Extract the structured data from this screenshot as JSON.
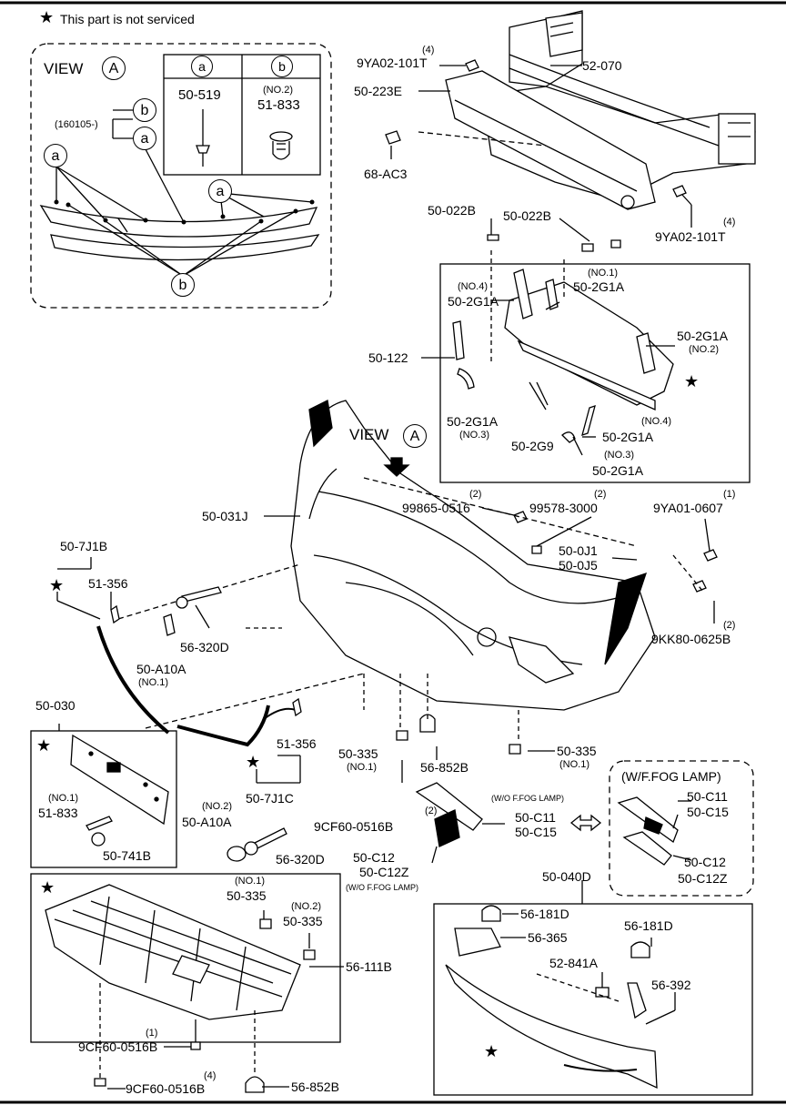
{
  "legend": {
    "star_symbol": "★",
    "text": "This part is not serviced"
  },
  "view_a": {
    "title": "VIEW",
    "view_letter": "A",
    "table": {
      "col_a": {
        "header": "a",
        "note": "",
        "part": "50-519"
      },
      "col_b": {
        "header": "b",
        "note": "(NO.2)",
        "part": "51-833"
      }
    },
    "date_note": "(160105-)",
    "markers": [
      "b",
      "a",
      "a",
      "a",
      "b"
    ]
  },
  "main_view": {
    "title": "VIEW",
    "view_letter": "A"
  },
  "labels": {
    "p9ya02_top_qty": "(4)",
    "p9ya02_top": "9YA02-101T",
    "p52_070": "52-070",
    "p50_223e": "50-223E",
    "p68_ac3": "68-AC3",
    "p9ya02_bot_qty": "(4)",
    "p9ya02_bot": "9YA02-101T",
    "p50_022b_l": "50-022B",
    "p50_022b_r": "50-022B",
    "g1a_no1_qty": "(NO.1)",
    "g1a_no1": "50-2G1A",
    "g1a_no4_qty": "(NO.4)",
    "g1a_no4": "50-2G1A",
    "g1a_no2": "50-2G1A",
    "g1a_no2_qty": "(NO.2)",
    "p50_122": "50-122",
    "g1a_no3": "50-2G1A",
    "g1a_no3_qty": "(NO.3)",
    "g1a_no4b_qty": "(NO.4)",
    "g1a_no4b": "50-2G1A",
    "p50_2g9": "50-2G9",
    "g1a_no3b_qty": "(NO.3)",
    "g1a_no3b": "50-2G1A",
    "p99865_qty": "(2)",
    "p99865": "99865-0516",
    "p99578_qty": "(2)",
    "p99578": "99578-3000",
    "p9ya01_qty": "(1)",
    "p9ya01": "9YA01-0607",
    "p50_031j": "50-031J",
    "p50_7j1b": "50-7J1B",
    "p51_356_top": "51-356",
    "p50_0j1": "50-0J1",
    "p50_0j5": "50-0J5",
    "p9kk80_qty": "(2)",
    "p9kk80": "9KK80-0625B",
    "p56_320d_top": "56-320D",
    "p50_a10a_no1": "50-A10A",
    "p50_a10a_no1_qty": "(NO.1)",
    "p50_030": "50-030",
    "p51_356_bot": "51-356",
    "p50_335_mid": "50-335",
    "p50_335_mid_qty": "(NO.1)",
    "p56_852b_mid": "56-852B",
    "p50_335_right": "50-335",
    "p50_335_right_qty": "(NO.1)",
    "p50_7j1c": "50-7J1C",
    "p51_833_qty": "(NO.1)",
    "p51_833": "51-833",
    "p50_741b": "50-741B",
    "p50_a10a_no2_qty": "(NO.2)",
    "p50_a10a_no2": "50-A10A",
    "p56_320d_bot": "56-320D",
    "p9cf60_mid": "9CF60-0516B",
    "wo_fog_top": "(W/O F.FOG LAMP)",
    "p50_c11_qty": "(2)",
    "p50_c11": "50-C11",
    "p50_c15": "50-C15",
    "p50_c12": "50-C12",
    "p50_c12z": "50-C12Z",
    "wo_fog_bot": "(W/O F.FOG LAMP)",
    "w_fog_title": "(W/F.FOG LAMP)",
    "w_c11": "50-C11",
    "w_c15": "50-C15",
    "w_c12": "50-C12",
    "w_c12z": "50-C12Z",
    "p50_040d": "50-040D",
    "p56_181d_l": "56-181D",
    "p56_365": "56-365",
    "p56_181d_r": "56-181D",
    "p52_841a": "52-841A",
    "p56_392": "56-392",
    "ut_335_no1_qty": "(NO.1)",
    "ut_335_no1": "50-335",
    "ut_335_no2_qty": "(NO.2)",
    "ut_335_no2": "50-335",
    "p56_111b": "56-111B",
    "p9cf60_b1_qty": "(1)",
    "p9cf60_b1": "9CF60-0516B",
    "p9cf60_b2_qty": "(4)",
    "p9cf60_b2": "9CF60-0516B",
    "p56_852b_bot": "56-852B"
  }
}
